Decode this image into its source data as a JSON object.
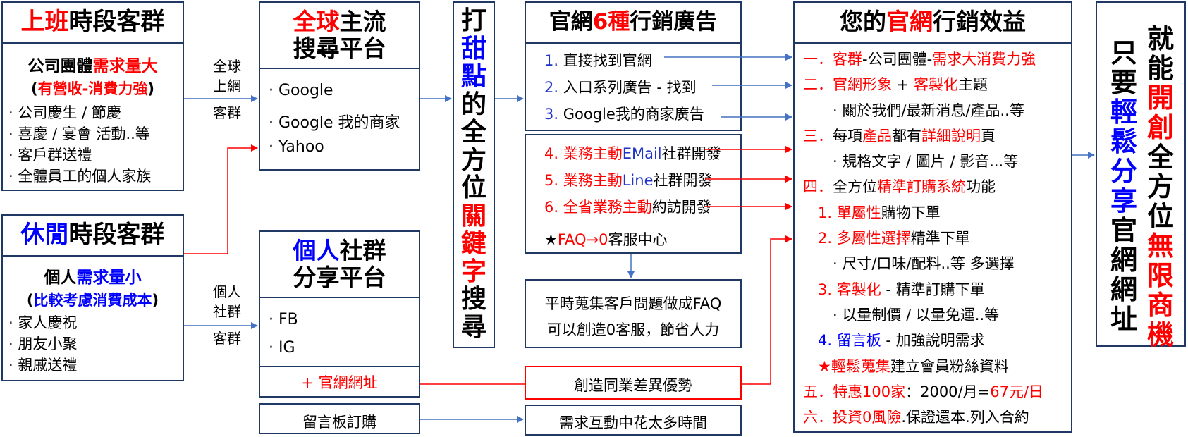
{
  "work": {
    "title": [
      "上班",
      "時段客群"
    ],
    "subtitle": [
      "公司團體",
      "需求量大"
    ],
    "note": [
      "(",
      "有營收-消費力強",
      ")"
    ],
    "items": [
      "· 公司慶生 / 節慶",
      "· 喜慶 / 宴會 活動..等",
      "· 客戶群送禮",
      "· 全體員工的個人家族"
    ]
  },
  "leisure": {
    "title": [
      "休閒",
      "時段客群"
    ],
    "subtitle": [
      "個人",
      "需求量小"
    ],
    "note": [
      "(",
      "比較考慮消費成本",
      ")"
    ],
    "items": [
      "· 家人慶祝",
      "· 朋友小聚",
      "· 親戚送禮"
    ]
  },
  "label_global": [
    "全球",
    "上網",
    "客群"
  ],
  "label_personal": [
    "個人",
    "社群",
    "客群"
  ],
  "search": {
    "title1": [
      "全球",
      "主流"
    ],
    "title2": "搜尋平台",
    "items": [
      "· Google",
      "· Google 我的商家",
      "· Yahoo"
    ]
  },
  "social": {
    "title1": [
      "個人",
      "社群"
    ],
    "title2": "分享平台",
    "items": [
      "· FB",
      "· IG"
    ],
    "link": "+ 官網網址"
  },
  "message_board": "留言板訂購",
  "keyword": [
    {
      "t": "打",
      "c": "black"
    },
    {
      "t": "甜",
      "c": "blue"
    },
    {
      "t": "點",
      "c": "blue"
    },
    {
      "t": "的",
      "c": "black"
    },
    {
      "t": "全",
      "c": "black"
    },
    {
      "t": "方",
      "c": "black"
    },
    {
      "t": "位",
      "c": "black"
    },
    {
      "t": "關",
      "c": "red"
    },
    {
      "t": "鍵",
      "c": "red"
    },
    {
      "t": "字",
      "c": "red"
    },
    {
      "t": "搜",
      "c": "black"
    },
    {
      "t": "尋",
      "c": "black"
    }
  ],
  "ads": {
    "title": [
      "官網",
      "6種",
      "行銷廣告"
    ],
    "items": [
      {
        "num": "1.",
        "text": "直接找到官網"
      },
      {
        "num": "2.",
        "text": "入口系列廣告 - 找到"
      },
      {
        "num": "3.",
        "text": "Google我的商家廣告"
      }
    ]
  },
  "biz": {
    "items": [
      [
        "4. 業務主動",
        "EMail",
        "社群開發"
      ],
      [
        "5. 業務主動",
        "Line",
        "社群開發"
      ],
      [
        "6. 全省",
        "業務主動",
        "約訪開發"
      ]
    ],
    "faq": [
      "★",
      "FAQ→0",
      "客服中心"
    ]
  },
  "faq_note": [
    "平時蒐集客戶問題做成FAQ",
    "可以創造0客服，節省人力"
  ],
  "diff": "創造同業差異優勢",
  "time_cost": "需求互動中花太多時間",
  "benefits": {
    "title": [
      "您的",
      "官網",
      "行銷效益"
    ],
    "lines": [
      [
        [
          "一．",
          "red"
        ],
        [
          "客群",
          "red"
        ],
        [
          "-公司團體-",
          "black"
        ],
        [
          "需求大消費力強",
          "red"
        ]
      ],
      [
        [
          "二．",
          "red"
        ],
        [
          "官網形象",
          "red"
        ],
        [
          " + ",
          "black"
        ],
        [
          "客製化",
          "red"
        ],
        [
          "主題",
          "black"
        ]
      ],
      [
        [
          "　　· 關於我們/最新消息/產品..等",
          "black"
        ]
      ],
      [
        [
          "三．",
          "red"
        ],
        [
          "每項",
          "black"
        ],
        [
          "產品",
          "red"
        ],
        [
          "都有",
          "black"
        ],
        [
          "詳細說明",
          "red"
        ],
        [
          "頁",
          "black"
        ]
      ],
      [
        [
          "　　· 規格文字 / 圖片 / 影音...等",
          "black"
        ]
      ],
      [
        [
          "四．",
          "red"
        ],
        [
          "全方位",
          "black"
        ],
        [
          "精準訂購系統",
          "red"
        ],
        [
          "功能",
          "black"
        ]
      ],
      [
        [
          "　1. ",
          "red"
        ],
        [
          "單屬性",
          "red"
        ],
        [
          "購物下單",
          "black"
        ]
      ],
      [
        [
          "　2. ",
          "red"
        ],
        [
          "多屬性選擇",
          "red"
        ],
        [
          "精準下單",
          "black"
        ]
      ],
      [
        [
          "　　· 尺寸/口味/配料..等 多選擇",
          "black"
        ]
      ],
      [
        [
          "　3. ",
          "red"
        ],
        [
          "客製化",
          "red"
        ],
        [
          " - 精準訂購下單",
          "black"
        ]
      ],
      [
        [
          "　　· 以量制價 / 以量免運..等",
          "black"
        ]
      ],
      [
        [
          "　4. ",
          "blue"
        ],
        [
          "留言板",
          "blue"
        ],
        [
          " - 加強說明需求",
          "black"
        ]
      ],
      [
        [
          "　★",
          "red"
        ],
        [
          "輕鬆蒐集",
          "red"
        ],
        [
          "建立會員粉絲資料",
          "black"
        ]
      ],
      [
        [
          "五．",
          "red"
        ],
        [
          "特惠100家",
          "red"
        ],
        [
          "：2000/月=",
          "black"
        ],
        [
          "67元/日",
          "red"
        ]
      ],
      [
        [
          "六．",
          "red"
        ],
        [
          "投資0風險",
          "red"
        ],
        [
          ".保證還本.列入合約",
          "black"
        ]
      ]
    ]
  },
  "final": {
    "col_right": [
      {
        "t": "就",
        "c": "black"
      },
      {
        "t": "能",
        "c": "black"
      },
      {
        "t": "開",
        "c": "red"
      },
      {
        "t": "創",
        "c": "red"
      },
      {
        "t": "全",
        "c": "black"
      },
      {
        "t": "方",
        "c": "black"
      },
      {
        "t": "位",
        "c": "black"
      },
      {
        "t": "無",
        "c": "red"
      },
      {
        "t": "限",
        "c": "red"
      },
      {
        "t": "商",
        "c": "red"
      },
      {
        "t": "機",
        "c": "red"
      }
    ],
    "col_left": [
      {
        "t": "只",
        "c": "black"
      },
      {
        "t": "要",
        "c": "black"
      },
      {
        "t": "輕",
        "c": "blue"
      },
      {
        "t": "鬆",
        "c": "blue"
      },
      {
        "t": "分",
        "c": "blue"
      },
      {
        "t": "享",
        "c": "blue"
      },
      {
        "t": "官",
        "c": "black"
      },
      {
        "t": "網",
        "c": "black"
      },
      {
        "t": "網",
        "c": "black"
      },
      {
        "t": "址",
        "c": "black"
      }
    ]
  },
  "colors": {
    "border": "#1F3864",
    "arrow": "#4472C4",
    "red": "#FF0000",
    "blue": "#0000FF"
  }
}
